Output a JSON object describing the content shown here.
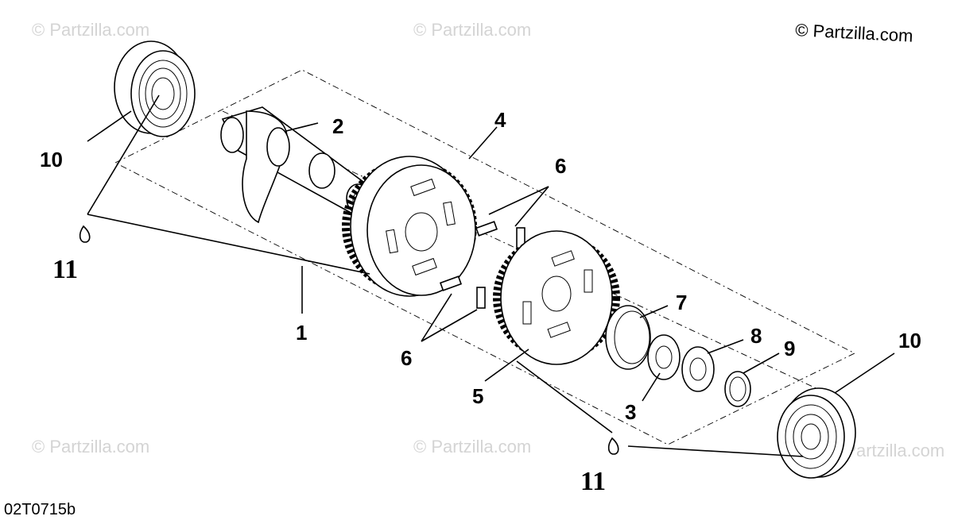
{
  "copyright": "© Partzilla.com",
  "watermark": "© Partzilla.com",
  "diagram_code": "02T0715b",
  "callouts": {
    "c1": "1",
    "c2": "2",
    "c3": "3",
    "c4": "4",
    "c5": "5",
    "c6a": "6",
    "c6b": "6",
    "c7": "7",
    "c8": "8",
    "c9": "9",
    "c10a": "10",
    "c10b": "10",
    "c11a": "11",
    "c11b": "11"
  },
  "colors": {
    "ink": "#000000",
    "watermark": "#d4d4d4",
    "background": "#ffffff"
  }
}
